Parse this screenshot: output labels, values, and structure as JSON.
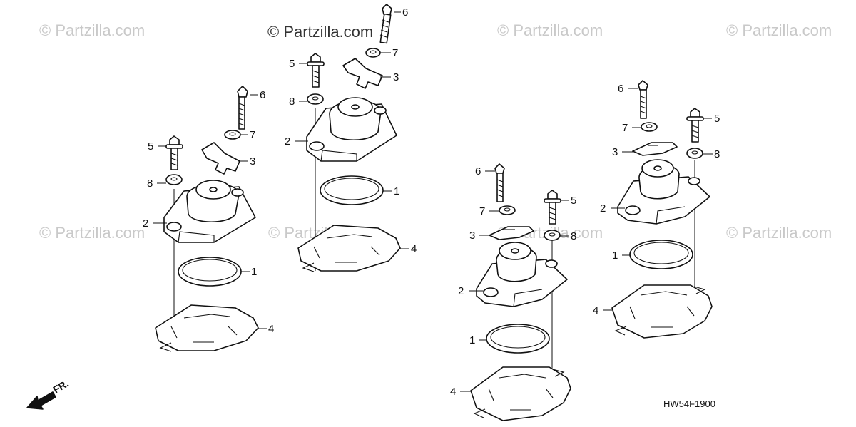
{
  "watermark": {
    "main_text": "© Partzilla.com",
    "repeat_text": "© Partzilla.com"
  },
  "diagram_code": "HW54F1900",
  "front_indicator": "FR.",
  "icons": {
    "front_arrow": "front-direction-arrow-icon",
    "washer": "washer-icon",
    "bolt": "bolt-icon"
  },
  "callouts": {
    "a1": "1",
    "a2": "2",
    "a3": "3",
    "a4": "4",
    "a5": "5",
    "a6": "6",
    "a7": "7",
    "a8": "8",
    "b1": "1",
    "b2": "2",
    "b3": "3",
    "b4": "4",
    "b5": "5",
    "b6": "6",
    "b7": "7",
    "b8": "8",
    "c1": "1",
    "c2": "2",
    "c3": "3",
    "c4": "4",
    "c5": "5",
    "c6": "6",
    "c7": "7",
    "c8": "8",
    "d1": "1",
    "d2": "2",
    "d3": "3",
    "d4": "4",
    "d5": "5",
    "d6": "6",
    "d7": "7",
    "d8": "8"
  },
  "colors": {
    "line": "#111111",
    "watermark": "#c9c9c9",
    "background": "#ffffff"
  }
}
